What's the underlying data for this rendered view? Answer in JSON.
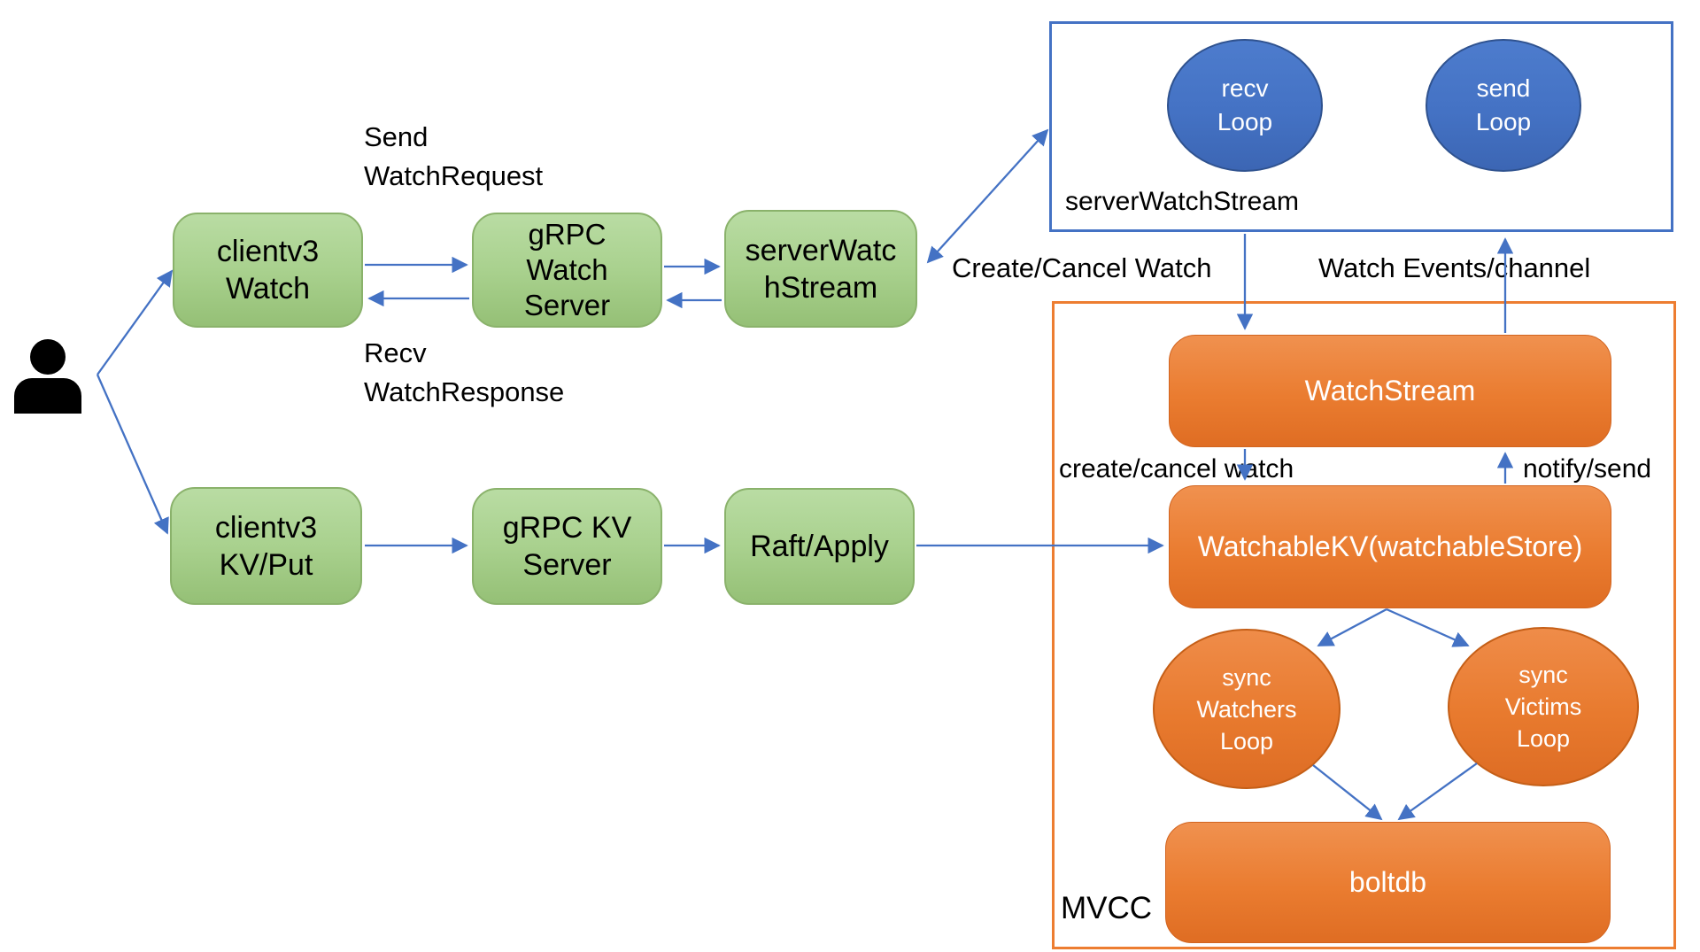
{
  "diagram_type": "architecture-flow",
  "colors": {
    "green_fill": "#a9d18e",
    "green_border": "#8ab26b",
    "blue_fill": "#4472c4",
    "blue_border": "#2f528f",
    "blue_container_border": "#4472c4",
    "orange_fill": "#ed7d31",
    "orange_border": "#c55f17",
    "orange_container_border": "#ed7d31",
    "arrow": "#4472c4",
    "text_dark": "#000000",
    "text_light": "#ffffff"
  },
  "nodes": {
    "clientv3_watch": {
      "line1": "clientv3",
      "line2": "Watch"
    },
    "grpc_watch_server": {
      "line1": "gRPC",
      "line2": "Watch",
      "line3": "Server"
    },
    "server_watch_stream": {
      "line1": "serverWatc",
      "line2": "hStream"
    },
    "clientv3_kv_put": {
      "line1": "clientv3",
      "line2": "KV/Put"
    },
    "grpc_kv_server": {
      "line1": "gRPC KV",
      "line2": "Server"
    },
    "raft_apply": {
      "line1": "Raft/Apply"
    },
    "recv_loop": {
      "line1": "recv",
      "line2": "Loop"
    },
    "send_loop": {
      "line1": "send",
      "line2": "Loop"
    },
    "watch_stream": {
      "line1": "WatchStream"
    },
    "watchable_kv": {
      "line1": "WatchableKV(watchableStore)"
    },
    "sync_watchers_loop": {
      "line1": "sync",
      "line2": "Watchers",
      "line3": "Loop"
    },
    "sync_victims_loop": {
      "line1": "sync",
      "line2": "Victims",
      "line3": "Loop"
    },
    "boltdb": {
      "line1": "boltdb"
    }
  },
  "containers": {
    "server_watch_stream_group": {
      "label": "serverWatchStream"
    },
    "mvcc_group": {
      "label": "MVCC"
    }
  },
  "edge_labels": {
    "send_watch_request": {
      "line1": "Send",
      "line2": "WatchRequest"
    },
    "recv_watch_response": {
      "line1": "Recv",
      "line2": "WatchResponse"
    },
    "create_cancel_watch": "Create/Cancel Watch",
    "watch_events_channel": "Watch Events/channel",
    "create_cancel_watch_lower": "create/cancel watch",
    "notify_send": "notify/send"
  }
}
